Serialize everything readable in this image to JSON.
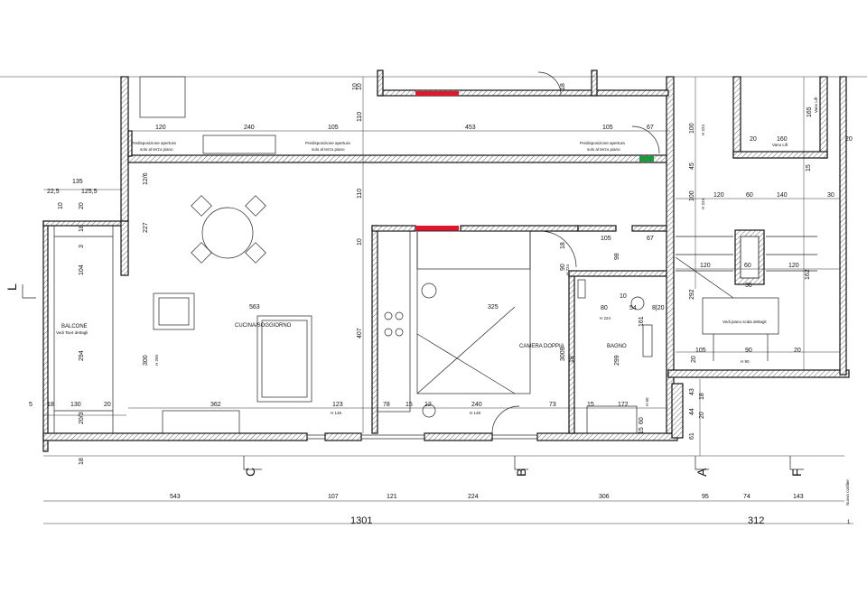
{
  "rooms": {
    "balcone": "BALCONE",
    "balcone_note": "Vedi Tav4 dettagli",
    "cucina": "CUCINA/SOGGIORNO",
    "camera": "CAMERA DOPPIA",
    "bagno": "BAGNO",
    "vano_lift": "Vano Lift",
    "vano_lift_side": "Vano Lift",
    "scala_note": "Vedi piano scala dettagli",
    "confine": "Nuovo confine"
  },
  "notes": {
    "pred_1": "Predisposizione apertura",
    "pred_2": "solo al terzo piano"
  },
  "heights": {
    "h224": "H 224",
    "h250": "H 250",
    "h148": "H 148",
    "h60": "H 60",
    "h90": "H 90"
  },
  "dims": {
    "top_120": "120",
    "top_240": "240",
    "top_105a": "105",
    "top_453": "453",
    "top_105b": "105",
    "top_67": "67",
    "r_100": "100",
    "r_45": "45",
    "r_100b": "100",
    "r_165": "165",
    "r_15": "15",
    "r_30": "30",
    "lift_20": "20",
    "lift_160": "160",
    "lift_20b": "20",
    "st_120": "120",
    "st_60": "60",
    "st_140": "140",
    "st_120b": "120",
    "st_60b": "60",
    "st_120c": "120",
    "st_162": "162",
    "st_36": "36",
    "st_292": "292",
    "st_105": "105",
    "st_90": "90",
    "st_20": "20",
    "st_20b": "20",
    "v_10a": "10",
    "v_110": "110",
    "v_18": "18",
    "v_10": "10",
    "v_110b": "110",
    "v_10b": "10",
    "v_407": "407",
    "v_1276": "12/6",
    "v_227": "227",
    "v_300": "300",
    "v_3009": "3009",
    "v_299": "299",
    "v_98": "98",
    "v_90": "90",
    "v_18b": "18",
    "v_18c": "18",
    "v_161": "161",
    "v_60": "60",
    "v_15": "15",
    "b_135": "135",
    "b_225": "22,5",
    "b_1255": "125,5",
    "b_10": "10",
    "b_20": "20",
    "b_18": "18",
    "b_3": "3",
    "b_104": "104",
    "b_294": "294",
    "b_2013": "20/3",
    "b_18b": "18",
    "i_563": "563",
    "i_325": "325",
    "i_105": "105",
    "i_67": "67",
    "i_80": "80",
    "i_54": "54",
    "i_820": "8|20",
    "i_10": "10",
    "i_362": "362",
    "i_123": "123",
    "i_78": "78",
    "i_15": "15",
    "i_12": "12",
    "i_240": "240",
    "i_73": "73",
    "i_15b": "15",
    "i_172": "172",
    "w_5": "5",
    "w_18": "18",
    "w_130": "130",
    "w_20": "20",
    "s_43": "43",
    "s_18": "18",
    "s_44": "44",
    "s_61": "61",
    "s_20": "20",
    "bot_543": "543",
    "bot_107": "107",
    "bot_121": "121",
    "bot_224": "224",
    "bot_306": "306",
    "bot_95": "95",
    "bot_74": "74",
    "bot_143": "143",
    "total_1301": "1301",
    "total_312": "312",
    "total_1": "1"
  },
  "sections": {
    "c": "C",
    "b": "B",
    "a": "A",
    "f": "F",
    "l": "L"
  },
  "colors": {
    "wall_line": "#111111",
    "red_element": "#e0182d",
    "green_element": "#1a9a3a"
  }
}
